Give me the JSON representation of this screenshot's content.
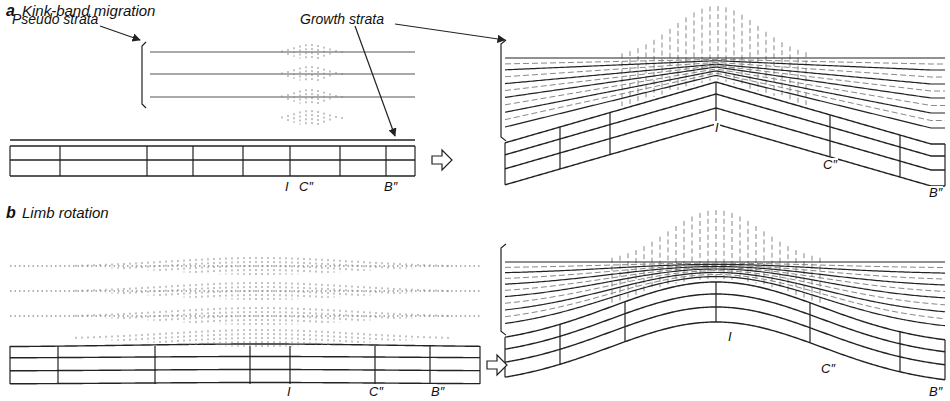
{
  "diagram": {
    "labels": [
      "a",
      "Kink-band migration",
      "Pseudo strata",
      "Growth strata",
      "I",
      "C″",
      "B″",
      "I",
      "C″",
      "B″",
      "b",
      "Limb rotation",
      "I",
      "C″",
      "B″",
      "I",
      "C″",
      "B″"
    ]
  }
}
